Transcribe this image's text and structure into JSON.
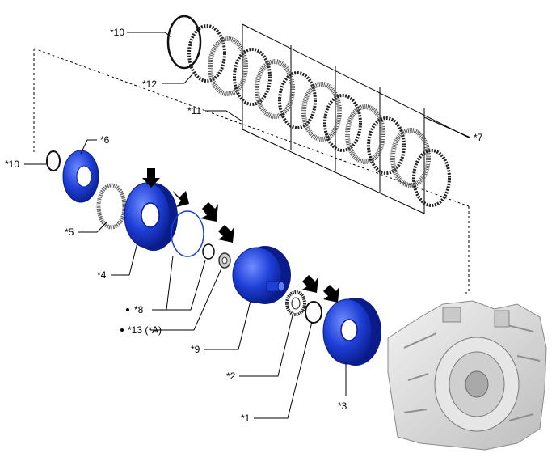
{
  "labels": {
    "p1": "*1",
    "p2": "*2",
    "p3": "*3",
    "p4": "*4",
    "p5": "*5",
    "p6": "*6",
    "p7": "*7",
    "p8": "*8",
    "p9": "*9",
    "p10_top": "*10",
    "p10_left": "*10",
    "p11": "*11",
    "p12": "*12",
    "p13": "*13 (*A)"
  },
  "colors": {
    "part_blue": "#1e3fd6",
    "part_blue_dark": "#0a1c8a",
    "part_blue_light": "#5f7cf2",
    "arrow": "#000000",
    "case_gray": "#d8d8d8"
  },
  "icons": {
    "arrow": "down-arrow-icon",
    "bullet": "bullet-dot-icon"
  }
}
